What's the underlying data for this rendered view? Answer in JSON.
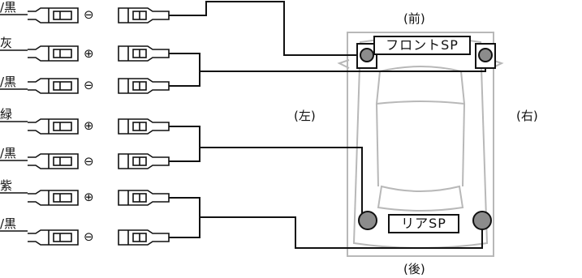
{
  "wire_labels": [
    "/黒",
    "灰",
    "/黒",
    "緑",
    "/黒",
    "紫",
    "/黒"
  ],
  "polarity": [
    "⊖",
    "⊕",
    "⊖",
    "⊕",
    "⊖",
    "⊕",
    "⊖"
  ],
  "positions": {
    "front": "(前)",
    "rear": "(後)",
    "left": "(左)",
    "right": "(右)"
  },
  "speakers": {
    "front": "フロントSP",
    "rear": "リアSP"
  },
  "colors": {
    "line": "#111111",
    "car_outline": "#b8b8b8",
    "speaker": "#8c8c8c"
  }
}
